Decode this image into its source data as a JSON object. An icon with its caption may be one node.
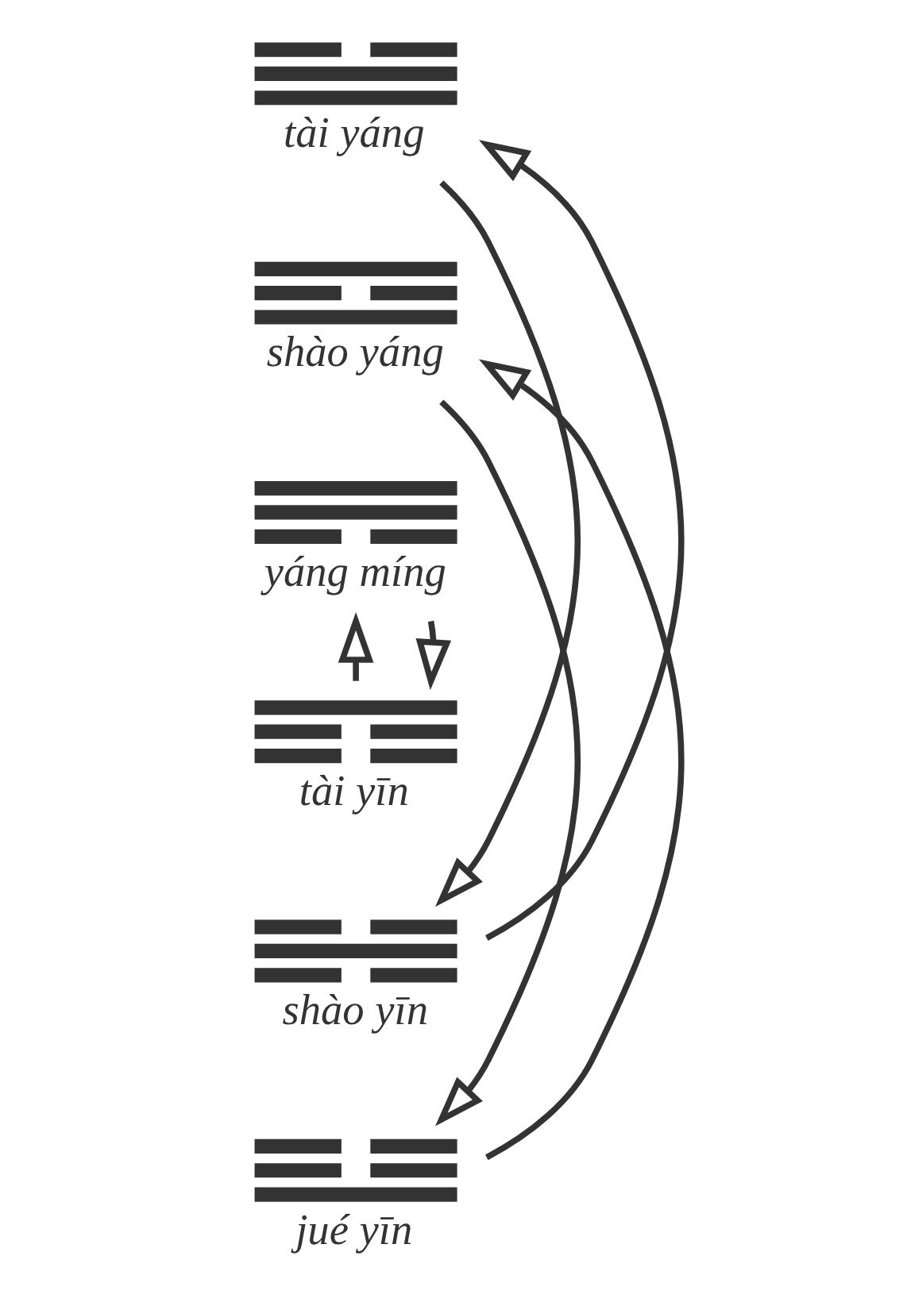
{
  "diagram": {
    "nodes": [
      {
        "text": [
          "tài yáng"
        ]
      },
      {
        "text": [
          "shào yáng"
        ]
      },
      {
        "text": [
          "yáng míng"
        ]
      },
      {
        "text": [
          "tài yīn"
        ]
      },
      {
        "text": [
          "shào yīn"
        ]
      },
      {
        "text": [
          "jué yīn"
        ]
      }
    ],
    "edges": [
      {
        "from": 4,
        "to": 0,
        "arrow": "to"
      },
      {
        "from": 0,
        "to": 4,
        "arrow": "to"
      },
      {
        "from": 1,
        "to": 5,
        "arrow": "to"
      },
      {
        "from": 5,
        "to": 1,
        "arrow": "to"
      },
      {
        "from": 3,
        "to": 2,
        "arrow": "to"
      },
      {
        "from": 2,
        "to": 3,
        "arrow": "to"
      }
    ]
  }
}
